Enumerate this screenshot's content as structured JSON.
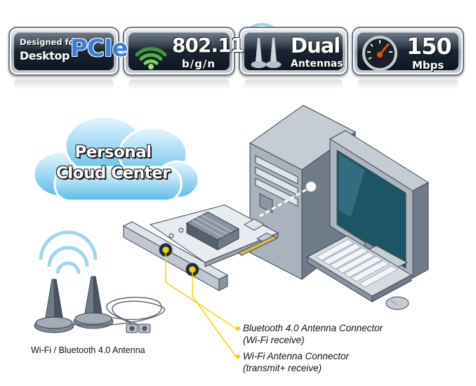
{
  "badges": [
    {
      "top_line": "Designed for",
      "middle_line": "Desktop",
      "highlight": "PCIe",
      "icon": "pcie-card-icon"
    },
    {
      "big_text": "802.11",
      "small_text": "b/g/n",
      "icon": "wifi-signal-icon"
    },
    {
      "big_text": "Dual",
      "small_text": "Antennas",
      "icon": "antenna-icon"
    },
    {
      "big_text": "150",
      "small_text": "Mbps",
      "icon": "speedometer-icon"
    }
  ],
  "cloud": {
    "line1": "Personal",
    "line2": "Cloud Center"
  },
  "callouts": [
    {
      "line1": "Bluetooth 4.0 Antenna Connector",
      "line2": "(Wi-Fi receive)"
    },
    {
      "line1": "Wi-Fi Antenna Connector",
      "line2": "(transmit+ receive)"
    }
  ],
  "antenna_caption": "Wi-Fi / Bluetooth 4.0 Antenna",
  "colors": {
    "accent_yellow": "#f2d400",
    "highlight_blue": "#3a7fd6",
    "screen_teal": "#1d5566"
  }
}
